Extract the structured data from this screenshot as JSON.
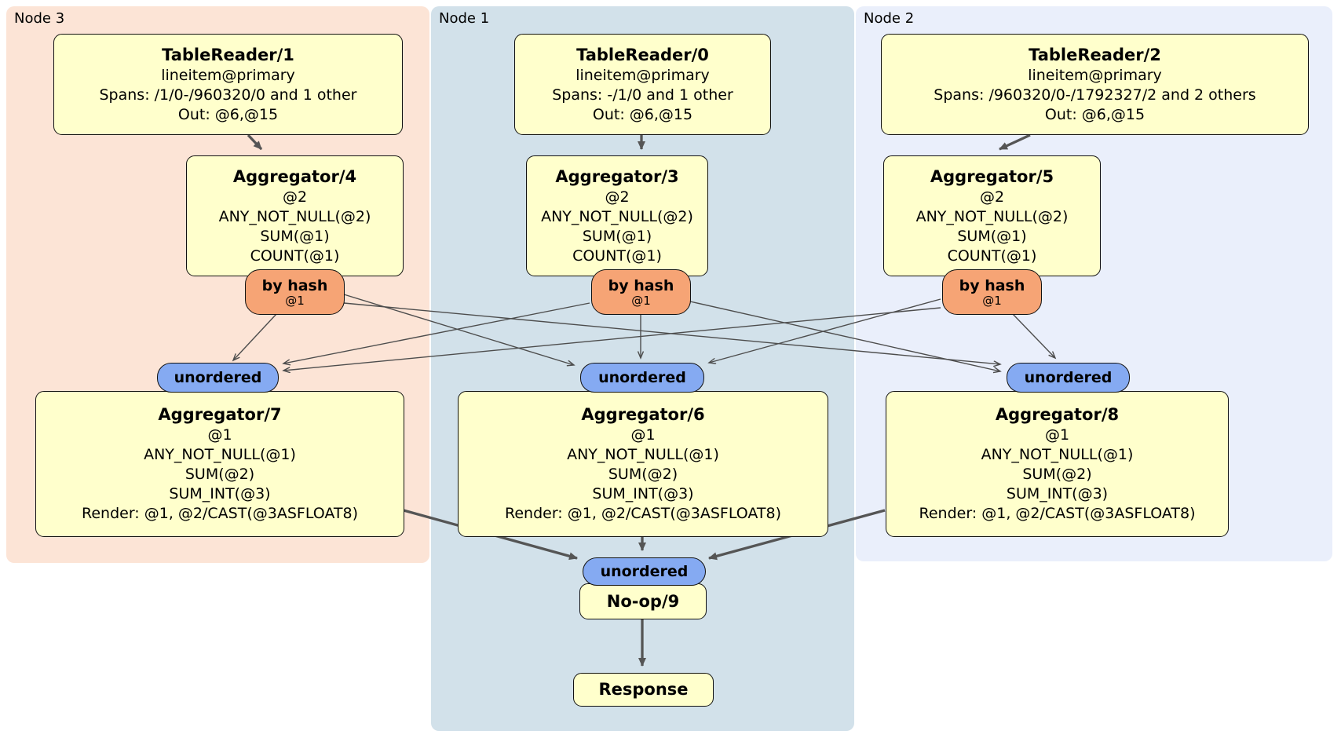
{
  "regions": [
    {
      "label": "Node 3",
      "color": "#fce4d6"
    },
    {
      "label": "Node 1",
      "color": "#d2e1ea"
    },
    {
      "label": "Node 2",
      "color": "#eaeffb"
    }
  ],
  "colors": {
    "processor_fill": "#ffffcc",
    "processor_border": "#111111",
    "hash_router_fill": "#f6a475",
    "synchronizer_fill": "#85aaf2",
    "edge_thin": "#4d4d4d",
    "edge_thick": "#555555"
  },
  "processors": {
    "tr1": {
      "title": "TableReader/1",
      "lines": [
        "lineitem@primary",
        "Spans: /1/0-/960320/0 and 1 other",
        "Out: @6,@15"
      ]
    },
    "tr0": {
      "title": "TableReader/0",
      "lines": [
        "lineitem@primary",
        "Spans: -/1/0 and 1 other",
        "Out: @6,@15"
      ]
    },
    "tr2": {
      "title": "TableReader/2",
      "lines": [
        "lineitem@primary",
        "Spans: /960320/0-/1792327/2 and 2 others",
        "Out: @6,@15"
      ]
    },
    "agg4": {
      "title": "Aggregator/4",
      "lines": [
        "@2",
        "ANY_NOT_NULL(@2)",
        "SUM(@1)",
        "COUNT(@1)"
      ]
    },
    "agg3": {
      "title": "Aggregator/3",
      "lines": [
        "@2",
        "ANY_NOT_NULL(@2)",
        "SUM(@1)",
        "COUNT(@1)"
      ]
    },
    "agg5": {
      "title": "Aggregator/5",
      "lines": [
        "@2",
        "ANY_NOT_NULL(@2)",
        "SUM(@1)",
        "COUNT(@1)"
      ]
    },
    "agg7": {
      "title": "Aggregator/7",
      "lines": [
        "@1",
        "ANY_NOT_NULL(@1)",
        "SUM(@2)",
        "SUM_INT(@3)",
        "Render: @1, @2/CAST(@3ASFLOAT8)"
      ]
    },
    "agg6": {
      "title": "Aggregator/6",
      "lines": [
        "@1",
        "ANY_NOT_NULL(@1)",
        "SUM(@2)",
        "SUM_INT(@3)",
        "Render: @1, @2/CAST(@3ASFLOAT8)"
      ]
    },
    "agg8": {
      "title": "Aggregator/8",
      "lines": [
        "@1",
        "ANY_NOT_NULL(@1)",
        "SUM(@2)",
        "SUM_INT(@3)",
        "Render: @1, @2/CAST(@3ASFLOAT8)"
      ]
    },
    "noop": {
      "title": "No-op/9"
    },
    "response": {
      "title": "Response"
    }
  },
  "router": {
    "label": "by hash",
    "key": "@1"
  },
  "sync": {
    "label": "unordered"
  }
}
